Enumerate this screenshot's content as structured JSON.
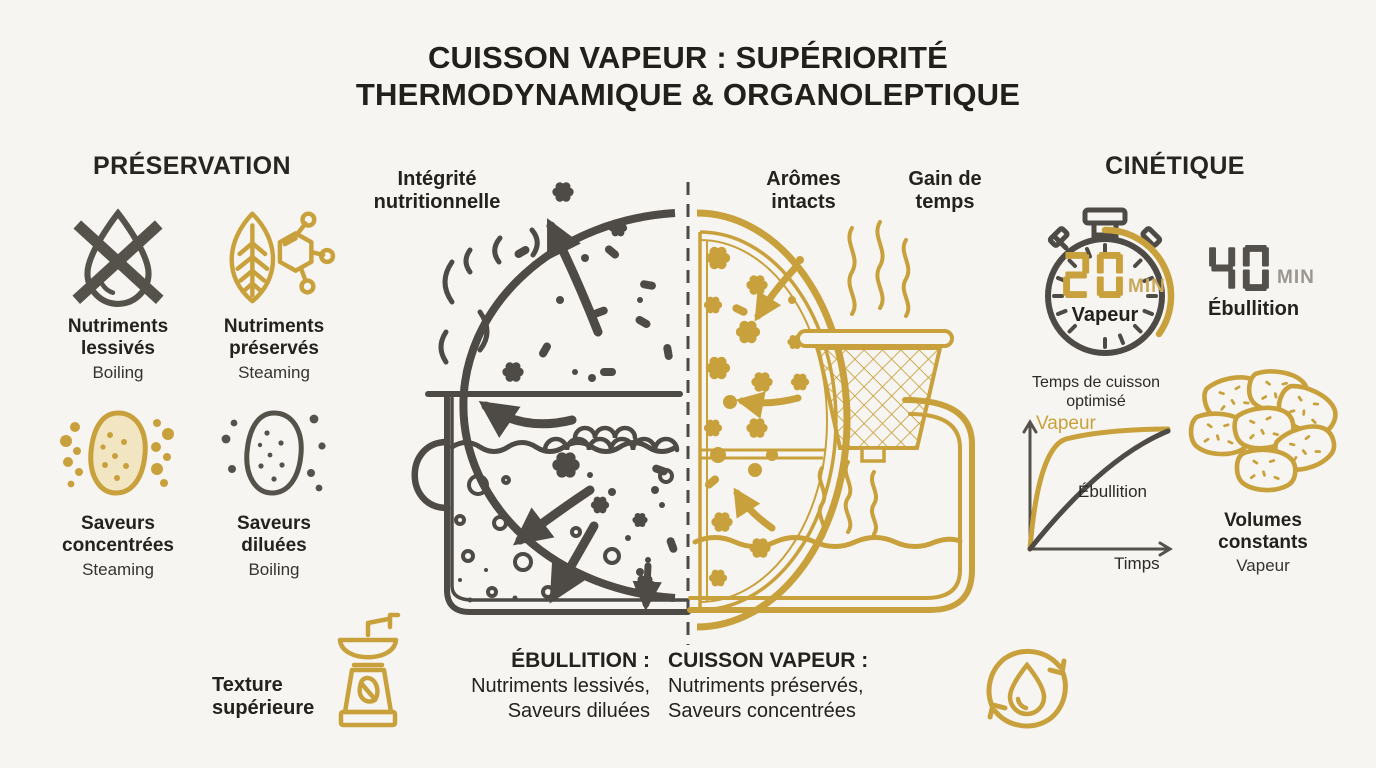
{
  "title": {
    "line1": "CUISSON VAPEUR : SUPÉRIORITÉ",
    "line2": "THERMODYNAMIQUE & ORGANOLEPTIQUE"
  },
  "preservation": {
    "heading": "PRÉSERVATION",
    "items": [
      {
        "icon": "crossed-droplet-icon",
        "label": "Nutriments lessivés",
        "sublabel": "Boiling"
      },
      {
        "icon": "leaf-molecule-icon",
        "label": "Nutriments préservés",
        "sublabel": "Steaming"
      },
      {
        "icon": "potato-flavors-concentrated-icon",
        "label": "Saveurs concentrées",
        "sublabel": "Steaming"
      },
      {
        "icon": "potato-flavors-diluted-icon",
        "label": "Saveurs diluées",
        "sublabel": "Boiling"
      }
    ],
    "texture": {
      "icon": "coffee-grinder-icon",
      "label": "Texture supérieure"
    }
  },
  "diagram": {
    "label_nutrition": "Intégrité nutritionnelle",
    "label_aromas": "Arômes intacts",
    "label_time": "Gain de temps",
    "caption_boiling": {
      "title": "ÉBULLITION :",
      "line1": "Nutriments lessivés,",
      "line2": "Saveurs diluées"
    },
    "caption_steam": {
      "title": "CUISSON VAPEUR :",
      "line1": "Nutriments préservés,",
      "line2": "Saveurs concentrées"
    }
  },
  "kinetics": {
    "heading": "CINÉTIQUE",
    "steam_timer": {
      "value": "20",
      "unit": "MIN",
      "label": "Vapeur"
    },
    "boil_timer": {
      "value": "40",
      "unit": "MIN",
      "label": "Ébullition"
    },
    "chart": {
      "title_line1": "Temps de cuisson",
      "title_line2": "optimisé",
      "series_steam": "Vapeur",
      "series_boil": "Ébullition",
      "xlabel": "Timps"
    },
    "volumes": {
      "icon": "potatoes-cluster-icon",
      "label": "Volumes constants",
      "sublabel": "Vapeur"
    }
  },
  "chart_data": {
    "type": "line",
    "title": "Temps de cuisson optimisé",
    "xlabel": "Timps",
    "ylabel": "",
    "legend_position": "inline",
    "grid": false,
    "series": [
      {
        "name": "Vapeur",
        "color": "#c9a13c",
        "x": [
          0,
          10,
          20,
          30,
          45,
          70,
          100
        ],
        "y": [
          0,
          55,
          83,
          94,
          98,
          99,
          100
        ]
      },
      {
        "name": "Ébullition",
        "color": "#4e4b46",
        "x": [
          0,
          10,
          20,
          30,
          45,
          70,
          100
        ],
        "y": [
          0,
          14,
          29,
          44,
          62,
          82,
          97
        ]
      }
    ]
  },
  "colors": {
    "gold": "#c9a13c",
    "gold_soft": "#c9a859",
    "dark": "#4e4b46",
    "ink": "#21201b",
    "gray": "#9a9792",
    "background": "#f7f5f1",
    "potato_fill": "#f2e6c2"
  }
}
